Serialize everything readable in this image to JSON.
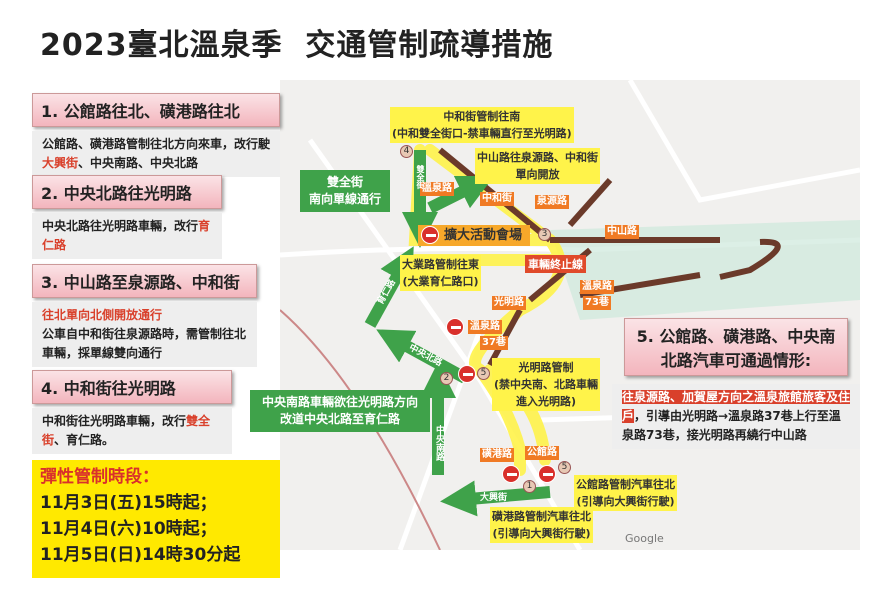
{
  "title": "2023臺北溫泉季  交通管制疏導措施",
  "sections": [
    {
      "heading": "1. 公館路往北、磺港路往北",
      "body_pre": "公館路、磺港路管制往北方向來車，改行駛",
      "body_red": "大興街",
      "body_post": "、中央南路、中央北路"
    },
    {
      "heading": "2. 中央北路往光明路",
      "body_pre": "中央北路往光明路車輛，改行",
      "body_red": "育仁路",
      "body_post": ""
    },
    {
      "heading": "3. 中山路至泉源路、中和街",
      "body_red": "往北單向北側開放通行",
      "body_post": "公車自中和街往泉源路時，需管制往北車輛，採單線雙向通行"
    },
    {
      "heading": "4. 中和街往光明路",
      "body_pre": "中和街往光明路車輛，改行",
      "body_red": "雙全街",
      "body_post": "、育仁路。"
    },
    {
      "heading": "5. 公館路、磺港路、中央南北路汽車可通過情形:",
      "body_hl": "往泉源路、加賀屋方向之溫泉旅館旅客及住戶",
      "body_post": "，引導由光明路→溫泉路37巷上行至溫泉路73巷，接光明路再繞行中山路"
    }
  ],
  "flex": {
    "title": "彈性管制時段：",
    "times": [
      "11月3日(五)15時起；",
      "11月4日(六)10時起；",
      "11月5日(日)14時30分起"
    ]
  },
  "map": {
    "yellow_labels": [
      "中和街管制往南",
      "(中和雙全街口-禁車輛直行至光明路)",
      "中山路往泉源路、中和街",
      "單向開放",
      "大業路管制往東",
      "(大業育仁路口)",
      "光明路管制",
      "(禁中央南、北路車輛",
      "進入光明路)",
      "公館路管制汽車往北",
      "(引導向大興街行駛)",
      "磺港路管制汽車往北",
      "(引導向大興街行駛)"
    ],
    "green_labels": [
      "雙全街",
      "南向單線通行",
      "中央南路車輛欲往光明路方向",
      "改道中央北路至育仁路"
    ],
    "venue": "擴大活動會場",
    "terminal": "車輛終止線",
    "road_labels": [
      "中山路",
      "泉源路",
      "中和街",
      "溫泉路",
      "光明路",
      "溫泉路",
      "73巷",
      "37巷",
      "磺港路",
      "公館路",
      "溫泉路"
    ],
    "arrow_labels": [
      "育仁路",
      "中央北路",
      "中央南路",
      "大興街",
      "雙全街"
    ],
    "circle_numbers": [
      "1",
      "2",
      "3",
      "4",
      "5",
      "5"
    ],
    "google": "Google"
  }
}
